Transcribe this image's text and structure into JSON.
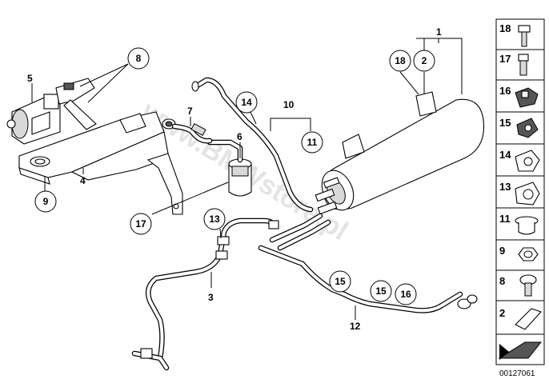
{
  "watermark": "www.BMWstore.pl",
  "reference_code": "00127061",
  "callouts": [
    {
      "id": "c1",
      "label": "1",
      "circled": false
    },
    {
      "id": "c2",
      "label": "2",
      "circled": true
    },
    {
      "id": "c18",
      "label": "18",
      "circled": true
    },
    {
      "id": "c5",
      "label": "5",
      "circled": false
    },
    {
      "id": "c8",
      "label": "8",
      "circled": true
    },
    {
      "id": "c7",
      "label": "7",
      "circled": false
    },
    {
      "id": "c14",
      "label": "14",
      "circled": true
    },
    {
      "id": "c10",
      "label": "10",
      "circled": false
    },
    {
      "id": "c11",
      "label": "11",
      "circled": true
    },
    {
      "id": "c6",
      "label": "6",
      "circled": false
    },
    {
      "id": "c4",
      "label": "4",
      "circled": false
    },
    {
      "id": "c9",
      "label": "9",
      "circled": true
    },
    {
      "id": "c17",
      "label": "17",
      "circled": true
    },
    {
      "id": "c13",
      "label": "13",
      "circled": true
    },
    {
      "id": "c3",
      "label": "3",
      "circled": false
    },
    {
      "id": "c15a",
      "label": "15",
      "circled": true
    },
    {
      "id": "c15b",
      "label": "15",
      "circled": true
    },
    {
      "id": "c16",
      "label": "16",
      "circled": true
    },
    {
      "id": "c12",
      "label": "12",
      "circled": false
    }
  ],
  "legend": [
    {
      "label": "18",
      "icon": "bolt-icon"
    },
    {
      "label": "17",
      "icon": "stud-bolt-icon"
    },
    {
      "label": "16",
      "icon": "double-clip-icon"
    },
    {
      "label": "15",
      "icon": "pipe-clip-icon"
    },
    {
      "label": "14",
      "icon": "holder-clip-icon"
    },
    {
      "label": "13",
      "icon": "clamp-icon"
    },
    {
      "label": "11",
      "icon": "grommet-icon"
    },
    {
      "label": "9",
      "icon": "hex-nut-icon"
    },
    {
      "label": "8",
      "icon": "screw-icon"
    },
    {
      "label": "2",
      "icon": "pad-icon"
    },
    {
      "label": "",
      "icon": "arrow-icon"
    }
  ]
}
